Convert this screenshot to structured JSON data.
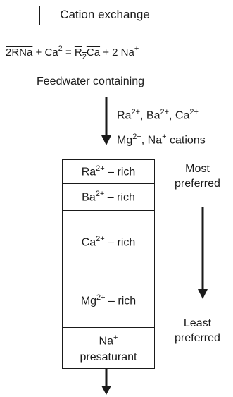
{
  "title": "Cation exchange",
  "equation": {
    "reactant1": "2RNa",
    "plus1": "+",
    "reactant2_base": "Ca",
    "reactant2_sup": "2",
    "equals": "=",
    "product1_r": "R",
    "product1_sub": "2",
    "product1_ca": "Ca",
    "plus2": "+",
    "product2_base": "2 Na",
    "product2_sup": "+"
  },
  "feedwater_label": "Feedwater containing",
  "cations": {
    "line1": [
      {
        "base": "Ra",
        "sup": "2+",
        "sep": ", "
      },
      {
        "base": "Ba",
        "sup": "2+",
        "sep": ", "
      },
      {
        "base": "Ca",
        "sup": "2+",
        "sep": ""
      }
    ],
    "line2": [
      {
        "base": "Mg",
        "sup": "2+",
        "sep": ", "
      },
      {
        "base": "Na",
        "sup": "+",
        "sep": " cations"
      }
    ]
  },
  "zones": [
    {
      "ion": "Ra",
      "sup": "2+",
      "suffix": " – rich"
    },
    {
      "ion": "Ba",
      "sup": "2+",
      "suffix": " – rich"
    },
    {
      "ion": "Ca",
      "sup": "2+",
      "suffix": " – rich"
    },
    {
      "ion": "Mg",
      "sup": "2+",
      "suffix": " – rich"
    },
    {
      "ion": "Na",
      "sup": "+",
      "line2": "presaturant"
    }
  ],
  "preference": {
    "most_line1": "Most",
    "most_line2": "preferred",
    "least_line1": "Least",
    "least_line2": "preferred"
  }
}
